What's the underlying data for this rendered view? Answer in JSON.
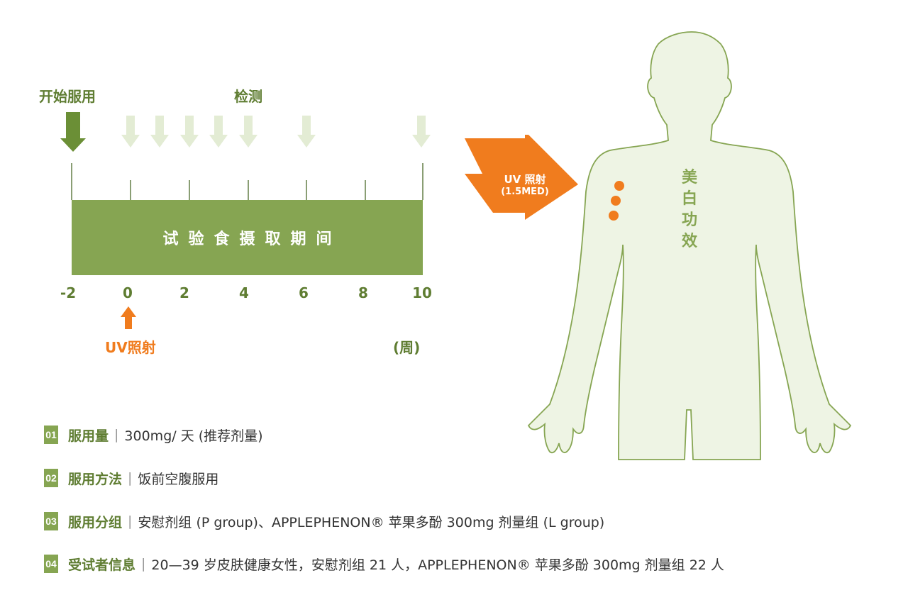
{
  "timeline": {
    "start_label": "开始服用",
    "test_label": "检测",
    "period_label": "试验食摄取期间",
    "ticks": [
      "-2",
      "0",
      "2",
      "4",
      "6",
      "8",
      "10"
    ],
    "unit": "(周)",
    "uv_label": "UV照射"
  },
  "body": {
    "uv_line1": "UV 照射",
    "uv_line2": "(1.5MED)",
    "effect": [
      "美",
      "白",
      "功",
      "效"
    ]
  },
  "info": [
    {
      "num": "01",
      "key": "服用量",
      "value": "300mg/ 天 (推荐剂量)"
    },
    {
      "num": "02",
      "key": "服用方法",
      "value": "饭前空腹服用"
    },
    {
      "num": "03",
      "key": "服用分组",
      "value": "安慰剂组 (P group)、APPLEPHENON® 苹果多酚 300mg 剂量组 (L group)"
    },
    {
      "num": "04",
      "key": "受试者信息",
      "value": "20—39 岁皮肤健康女性，安慰剂组 21 人，APPLEPHENON® 苹果多酚 300mg 剂量组 22 人"
    }
  ],
  "colors": {
    "green": "#86a552",
    "dark_green": "#5f7d32",
    "light_green": "#eef4e4",
    "orange": "#f07c1e"
  }
}
